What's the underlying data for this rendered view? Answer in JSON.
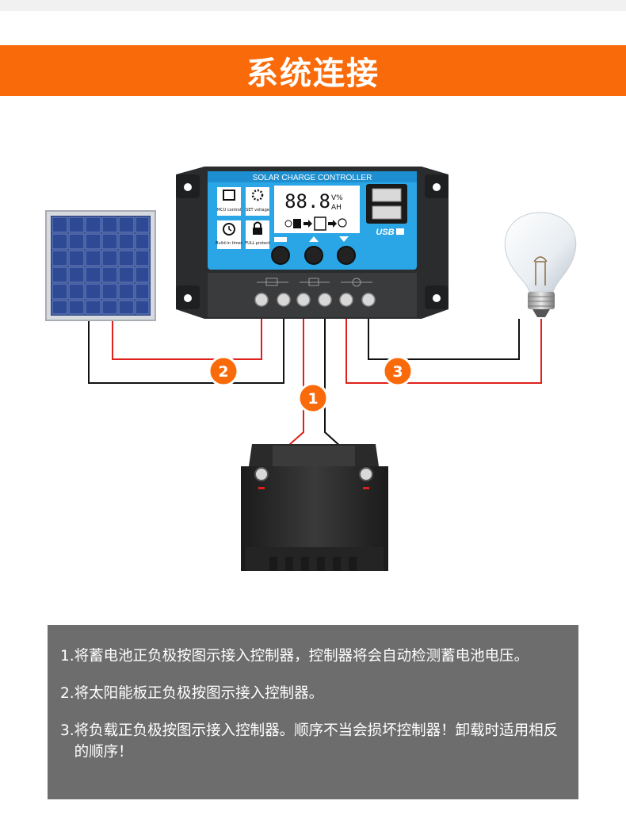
{
  "header": {
    "title": "系统连接"
  },
  "controller": {
    "banner": "SOLAR CHARGE CONTROLLER",
    "lcd_digits": "88.8",
    "lcd_unit_top": "V%",
    "lcd_unit_bottom": "AH",
    "usb_label": "USB",
    "icon_labels": {
      "mcu": "MCU control",
      "set": "SET voltage",
      "timer": "Build-in timer",
      "full": "FULL protect"
    }
  },
  "connections": [
    {
      "number": "1",
      "color": "#f96b0a"
    },
    {
      "number": "2",
      "color": "#f96b0a"
    },
    {
      "number": "3",
      "color": "#f96b0a"
    }
  ],
  "colors": {
    "accent": "#f96b0a",
    "wire_positive": "#e0201c",
    "wire_negative": "#111111",
    "lcd_blue": "#2aa6e6"
  },
  "instructions": [
    {
      "number": "1.",
      "text": "将蓄电池正负极按图示接入控制器，控制器将会自动检测蓄电池电压。"
    },
    {
      "number": "2.",
      "text": "将太阳能板正负极按图示接入控制器。"
    },
    {
      "number": "3.",
      "text": "将负载正负极按图示接入控制器。顺序不当会损坏控制器！卸载时适用相反的顺序！"
    }
  ]
}
